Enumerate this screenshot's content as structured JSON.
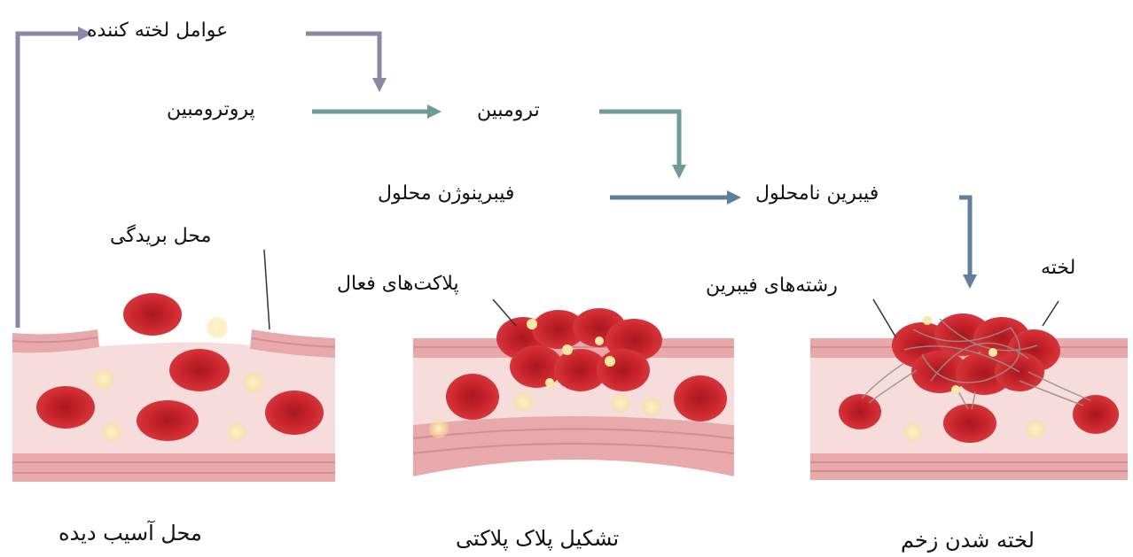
{
  "pathway": {
    "clotting_factors": "عوامل لخته کننده",
    "prothrombin": "پروترومبین",
    "thrombin": "ترومبین",
    "soluble_fibrinogen": "فیبرینوژن محلول",
    "insoluble_fibrin": "فیبرین نامحلول"
  },
  "annotations": {
    "cut_site": "محل بریدگی",
    "active_platelets": "پلاکت‌های فعال",
    "fibrin_strands": "رشته‌های فیبرین",
    "clot": "لخته"
  },
  "captions": {
    "damaged_site": "محل آسیب دیده",
    "platelet_plug": "تشکیل پلاک پلاکتی",
    "wound_clotting": "لخته شدن زخم"
  },
  "colors": {
    "arrow_purple": "#8a87a8",
    "arrow_teal": "#6f9b98",
    "arrow_blue": "#5f7f9a",
    "vessel_wall": "#e8a9ad",
    "vessel_lumen": "#f7dcdc",
    "red_cell": "#c8232b",
    "platelet": "#fbe8a0"
  }
}
